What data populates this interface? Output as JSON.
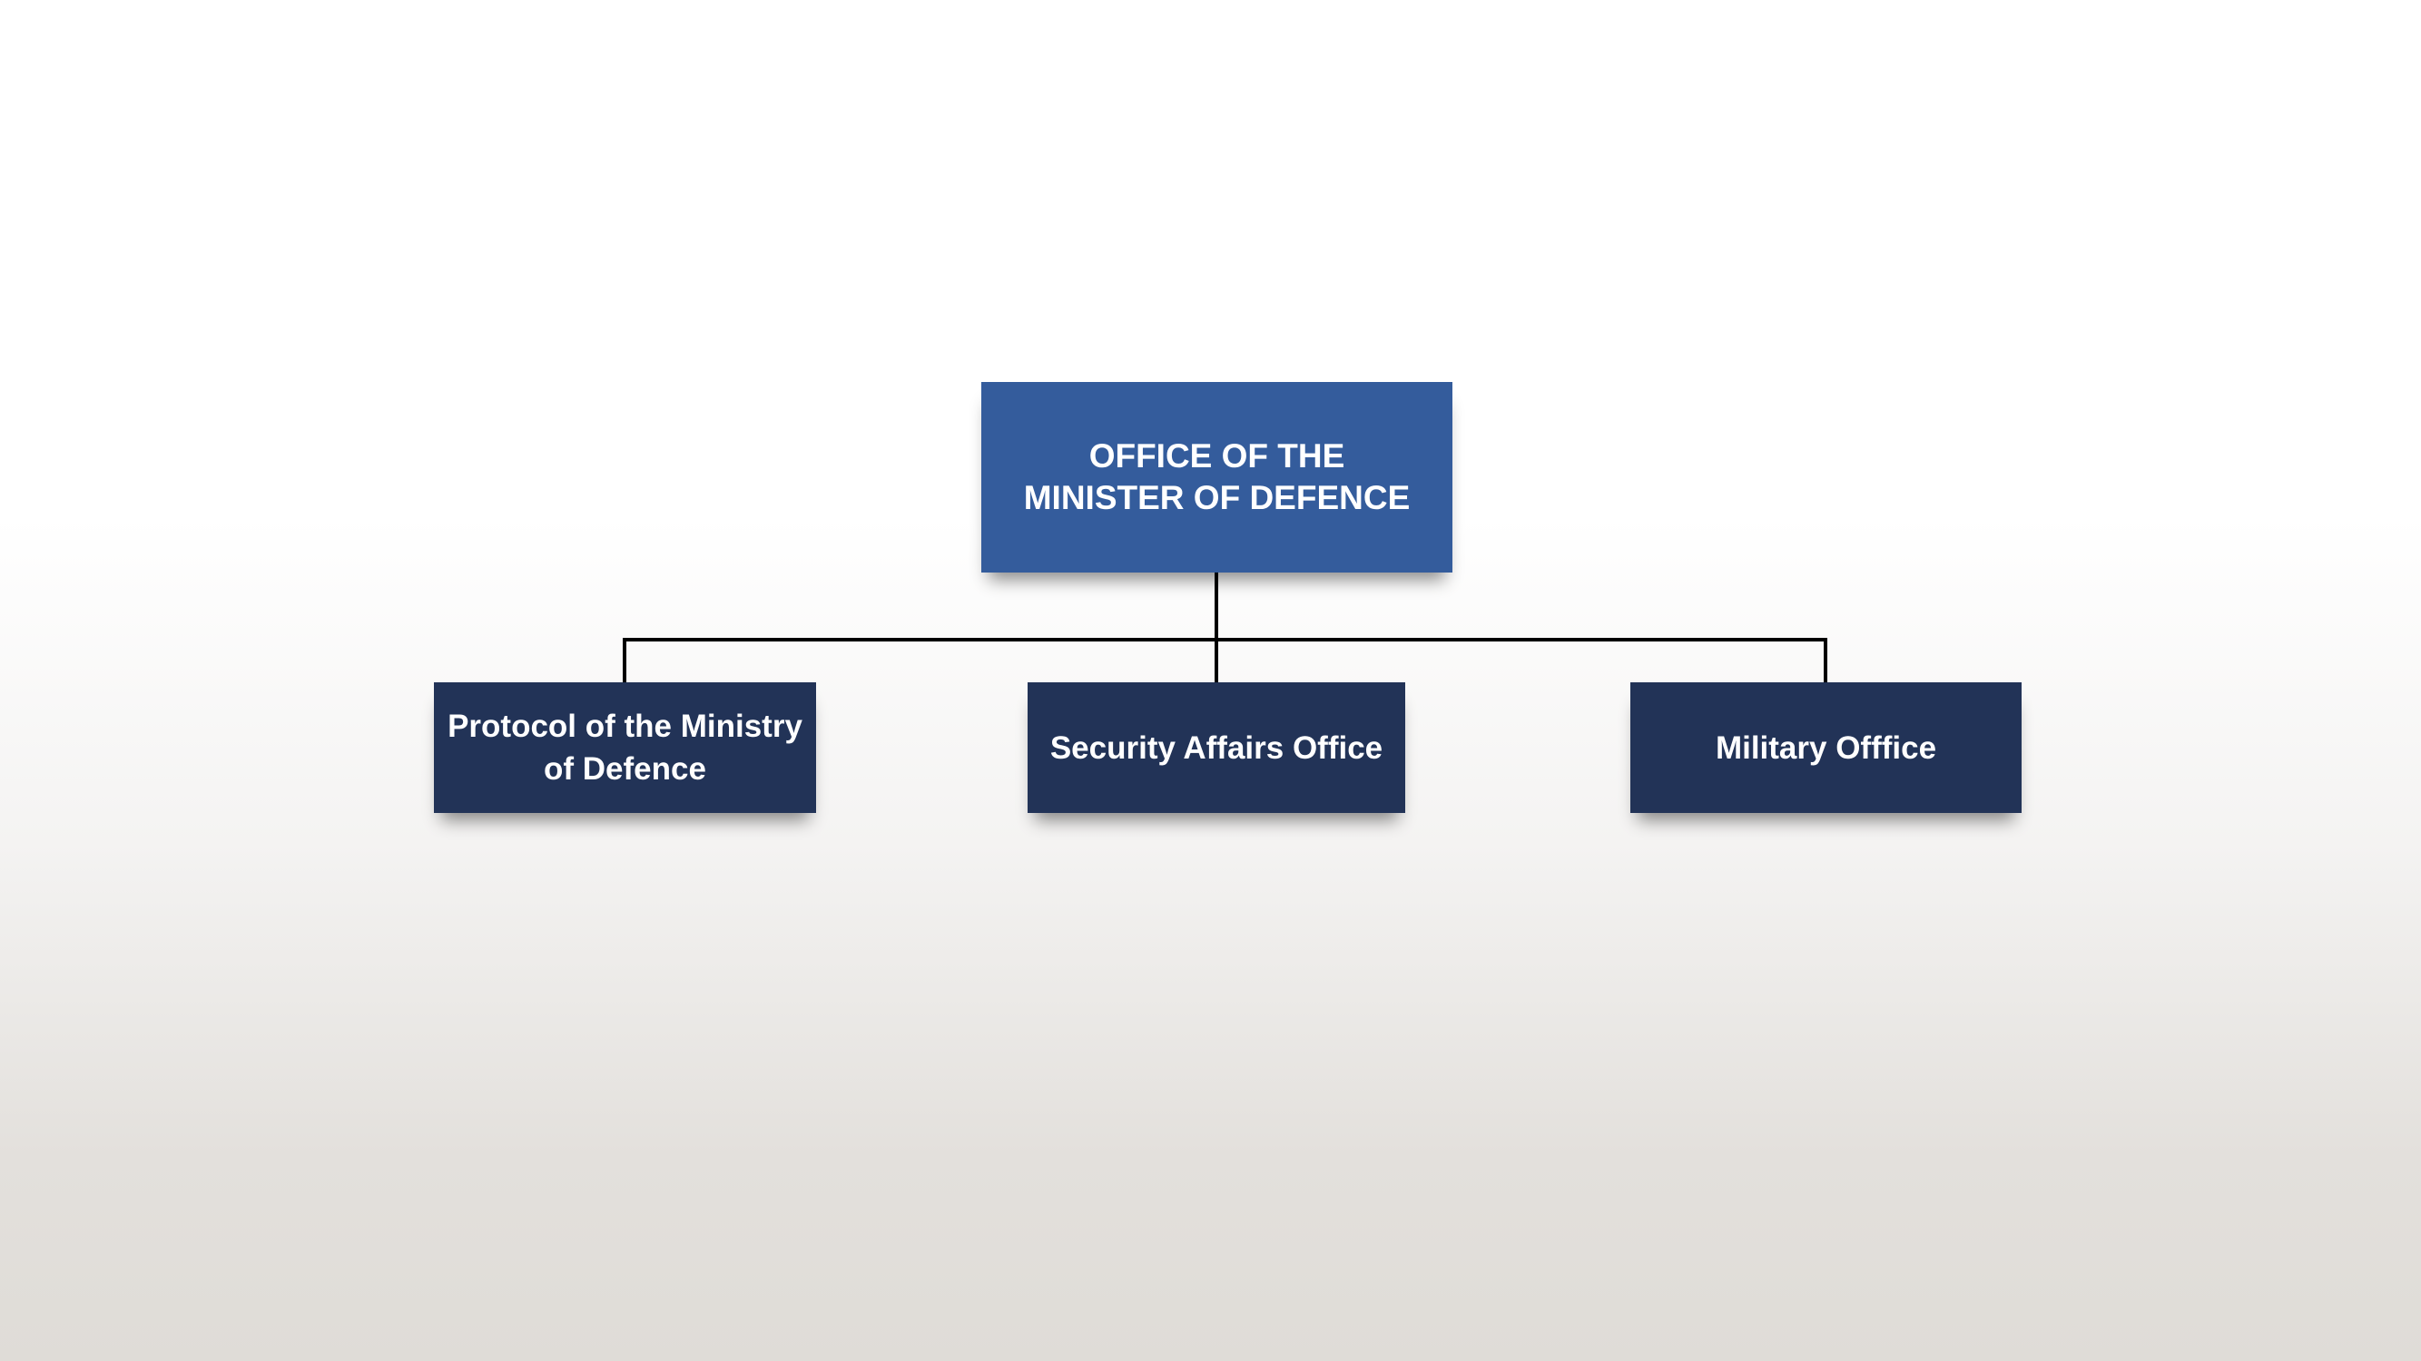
{
  "diagram": {
    "root": {
      "label": "OFFICE OF THE\nMINISTER OF DEFENCE",
      "color": "#345c9c"
    },
    "children": [
      {
        "label": "Protocol of the Ministry\nof Defence"
      },
      {
        "label": "Security Affairs Office"
      },
      {
        "label": "Military Offfice"
      }
    ],
    "child_color": "#223357",
    "connector_color": "#000000"
  }
}
